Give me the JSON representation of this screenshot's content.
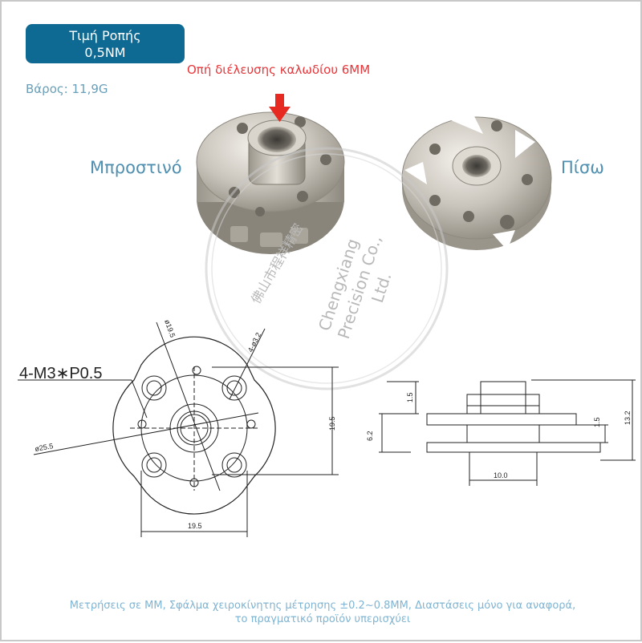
{
  "badge": {
    "line1": "Τιμή Ροπής",
    "line2": "0,5NM"
  },
  "weight": "Βάρος: 11,9G",
  "cable_hole": "Οπή διέλευσης καλωδίου 6MM",
  "front": "Μπροστινό",
  "back": "Πίσω",
  "watermark": {
    "en1": "Chengxiang",
    "en2": "Precision Co.,",
    "en3": "Ltd.",
    "cn": "佛山市程祥精密"
  },
  "drawing": {
    "thread": "4-M3∗P0.5",
    "d195": "ø19.5",
    "d32": "4-ø3.2",
    "d255": "ø25.5",
    "v195": "19.5",
    "h195": "19.5",
    "s15a": "1.5",
    "s62": "6.2",
    "s10": "10.0",
    "s15b": "1.5",
    "s132": "13.2"
  },
  "footer": {
    "line1": "Μετρήσεις σε MM, Σφάλμα χειροκίνητης μέτρησης ±0.2~0.8MM, Διαστάσεις μόνο για αναφορά,",
    "line2": "το πραγματικό προϊόν υπερισχύει"
  },
  "colors": {
    "badge": "#0f6a93",
    "red_label": "#e8363a",
    "blue_label": "#4f8fb0",
    "footer": "#7fb4d2"
  }
}
